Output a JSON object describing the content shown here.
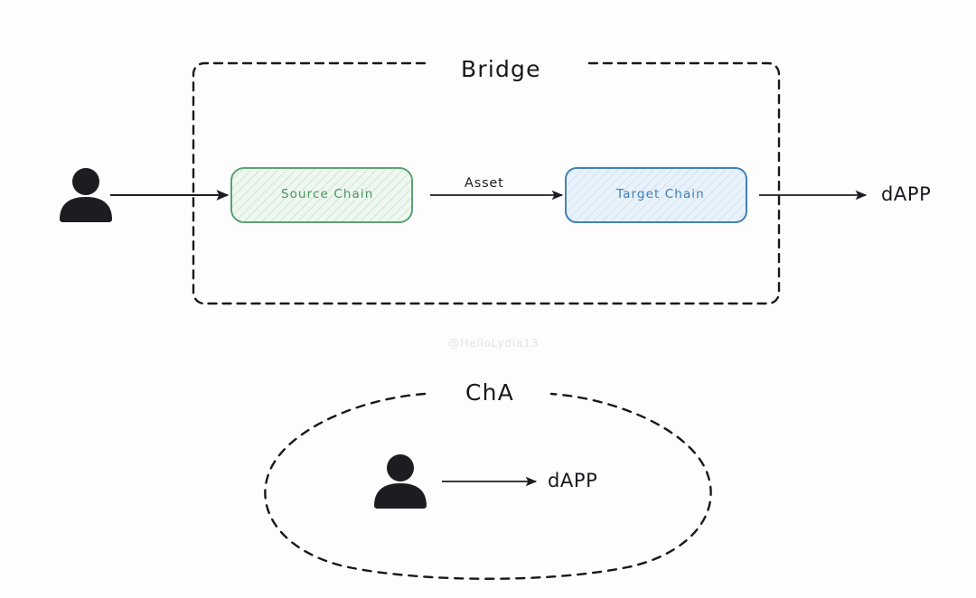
{
  "diagram": {
    "background_color": "#fdfdfd",
    "ink_color": "#16181d",
    "watermark": "@HelloLydia13",
    "bridge_section": {
      "title": "Bridge",
      "container_shape": "dashed-rounded-rectangle",
      "actor": {
        "icon": "user-person-icon",
        "fill": "#1b1d21"
      },
      "nodes": [
        {
          "label": "Source Chain",
          "border_color": "#5aa06f",
          "fill_color": "#eef7f0",
          "text_color": "#4e9364",
          "hatch": true
        },
        {
          "label": "Target Chain",
          "border_color": "#3d7fb8",
          "fill_color": "#e9f2fa",
          "text_color": "#3d7fb8",
          "hatch": true
        }
      ],
      "edges": [
        {
          "label": "",
          "from": "user",
          "to": "Source Chain"
        },
        {
          "label": "Asset",
          "from": "Source Chain",
          "to": "Target Chain"
        },
        {
          "label": "",
          "from": "Target Chain",
          "to": "dAPP"
        }
      ],
      "output_label": "dAPP"
    },
    "single_chain_section": {
      "title": "ChA",
      "container_shape": "dashed-ellipse",
      "actor": {
        "icon": "user-person-icon",
        "fill": "#1b1d21"
      },
      "edges": [
        {
          "label": "",
          "from": "user",
          "to": "dAPP"
        }
      ],
      "output_label": "dAPP"
    }
  }
}
